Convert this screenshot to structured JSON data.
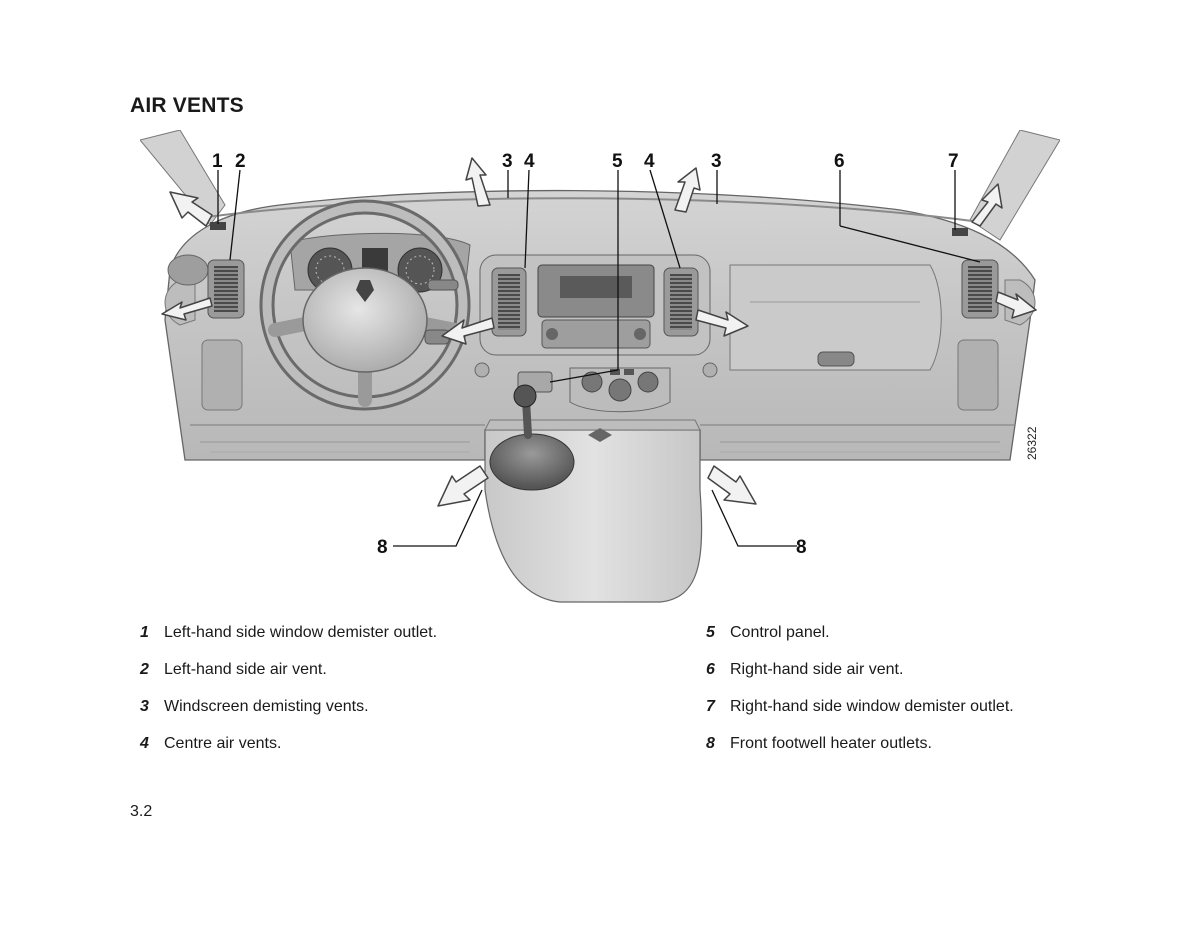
{
  "page": {
    "title": "AIR VENTS",
    "page_number": "3.2",
    "figure_code": "26322"
  },
  "callouts": {
    "c1": "1",
    "c2": "2",
    "c3a": "3",
    "c4a": "4",
    "c5": "5",
    "c4b": "4",
    "c3b": "3",
    "c6": "6",
    "c7": "7",
    "c8a": "8",
    "c8b": "8"
  },
  "legend": {
    "left": [
      {
        "num": "1",
        "text": "Left-hand side window demister outlet."
      },
      {
        "num": "2",
        "text": "Left-hand side air vent."
      },
      {
        "num": "3",
        "text": "Windscreen demisting vents."
      },
      {
        "num": "4",
        "text": "Centre air vents."
      }
    ],
    "right": [
      {
        "num": "5",
        "text": "Control panel."
      },
      {
        "num": "6",
        "text": "Right-hand side air vent."
      },
      {
        "num": "7",
        "text": "Right-hand side window demister outlet."
      },
      {
        "num": "8",
        "text": "Front footwell heater outlets."
      }
    ]
  }
}
